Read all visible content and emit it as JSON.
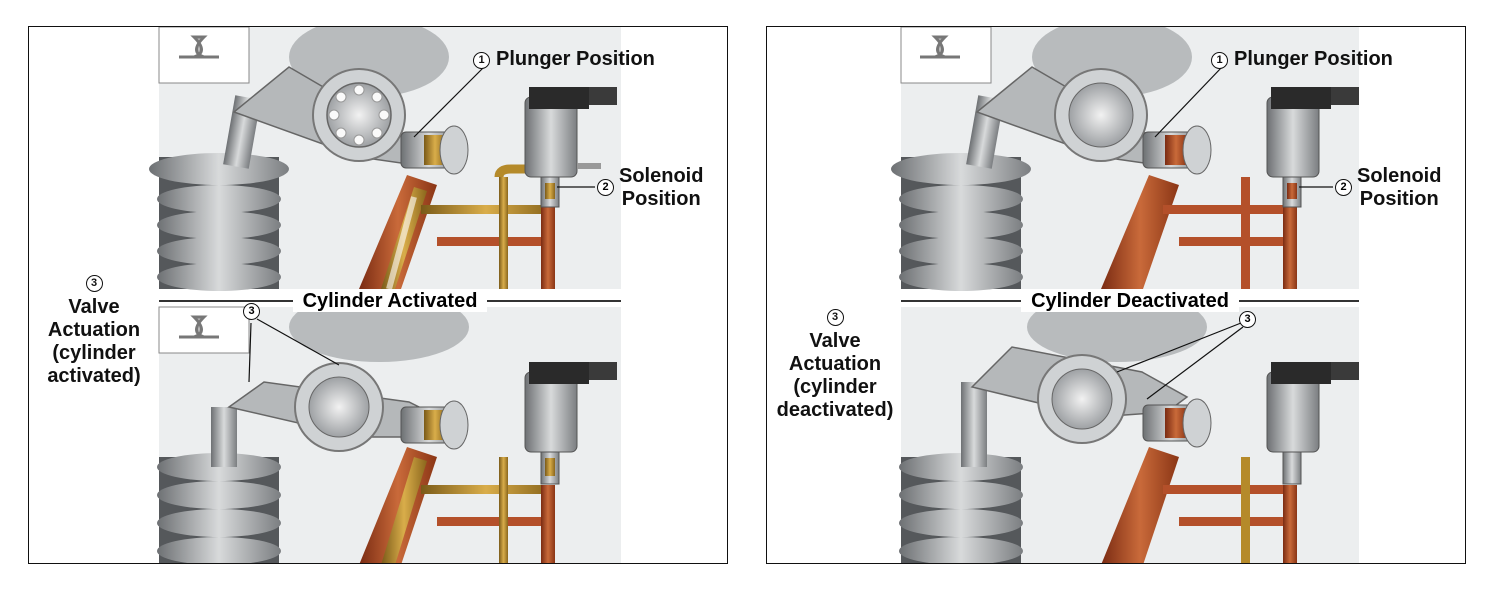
{
  "panels": [
    {
      "id": "activated",
      "plunger": {
        "num": "1",
        "text": "Plunger Position"
      },
      "solenoid": {
        "num": "2",
        "line1": "Solenoid",
        "line2": "Position"
      },
      "valve": {
        "num": "3",
        "line1": "Valve",
        "line2": "Actuation",
        "line3": "(cylinder",
        "line4": "activated)"
      },
      "banner": "Cylinder Activated",
      "callout_num": "3"
    },
    {
      "id": "deactivated",
      "plunger": {
        "num": "1",
        "text": "Plunger Position"
      },
      "solenoid": {
        "num": "2",
        "line1": "Solenoid",
        "line2": "Position"
      },
      "valve": {
        "num": "3",
        "line1": "Valve",
        "line2": "Actuation",
        "line3": "(cylinder",
        "line4": "deactivated)"
      },
      "banner": "Cylinder Deactivated",
      "callout_num": "3"
    }
  ],
  "colors": {
    "copper_oil": "#b4502a",
    "brass_oil": "#b58a2a",
    "steel": "#a9acae",
    "background_photo": "#ececec"
  }
}
